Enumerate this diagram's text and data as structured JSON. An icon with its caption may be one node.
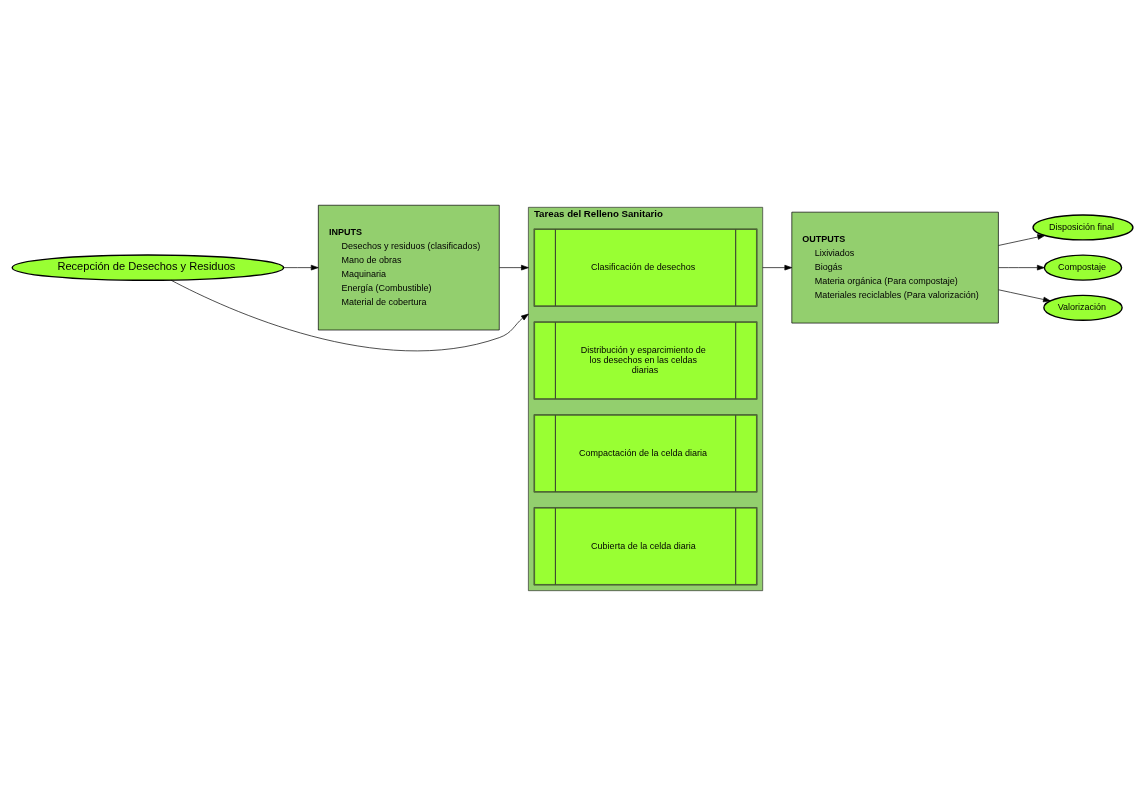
{
  "diagram": {
    "nodes": [
      {
        "text": [
          "Recepción de Desechos y Residuos"
        ]
      },
      {
        "text": [
          "INPUTS",
          "Desechos y residuos (clasificados)",
          "Mano de obras",
          "Maquinaria",
          "Energía (Combustible)",
          "Material de cobertura"
        ]
      },
      {
        "text": [
          "Tareas del Relleno Sanitario"
        ]
      },
      {
        "text": [
          "Clasificación de desechos"
        ],
        "in": 2
      },
      {
        "text": [
          "Distribución y esparcimiento de los desechos en las celdas diarias"
        ],
        "in": 2
      },
      {
        "text": [
          "Compactación de la celda diaria"
        ],
        "in": 2
      },
      {
        "text": [
          "Cubierta de la celda diaria"
        ],
        "in": 2
      },
      {
        "text": [
          "OUTPUTS",
          "Lixiviados",
          "Biogás",
          "Materia orgánica (Para compostaje)",
          "Materiales reciclables (Para valorización)"
        ]
      },
      {
        "text": [
          "Disposición final"
        ]
      },
      {
        "text": [
          "Compostaje"
        ]
      },
      {
        "text": [
          "Valorización"
        ]
      }
    ],
    "edges": [
      {
        "from": 0,
        "to": 1,
        "arrow": "to"
      },
      {
        "from": 0,
        "to": 2,
        "arrow": "to"
      },
      {
        "from": 1,
        "to": 2,
        "arrow": "to"
      },
      {
        "from": 2,
        "to": 7,
        "arrow": "to"
      },
      {
        "from": 7,
        "to": 8,
        "arrow": "to"
      },
      {
        "from": 7,
        "to": 9,
        "arrow": "to"
      },
      {
        "from": 7,
        "to": 10,
        "arrow": "to"
      }
    ]
  }
}
